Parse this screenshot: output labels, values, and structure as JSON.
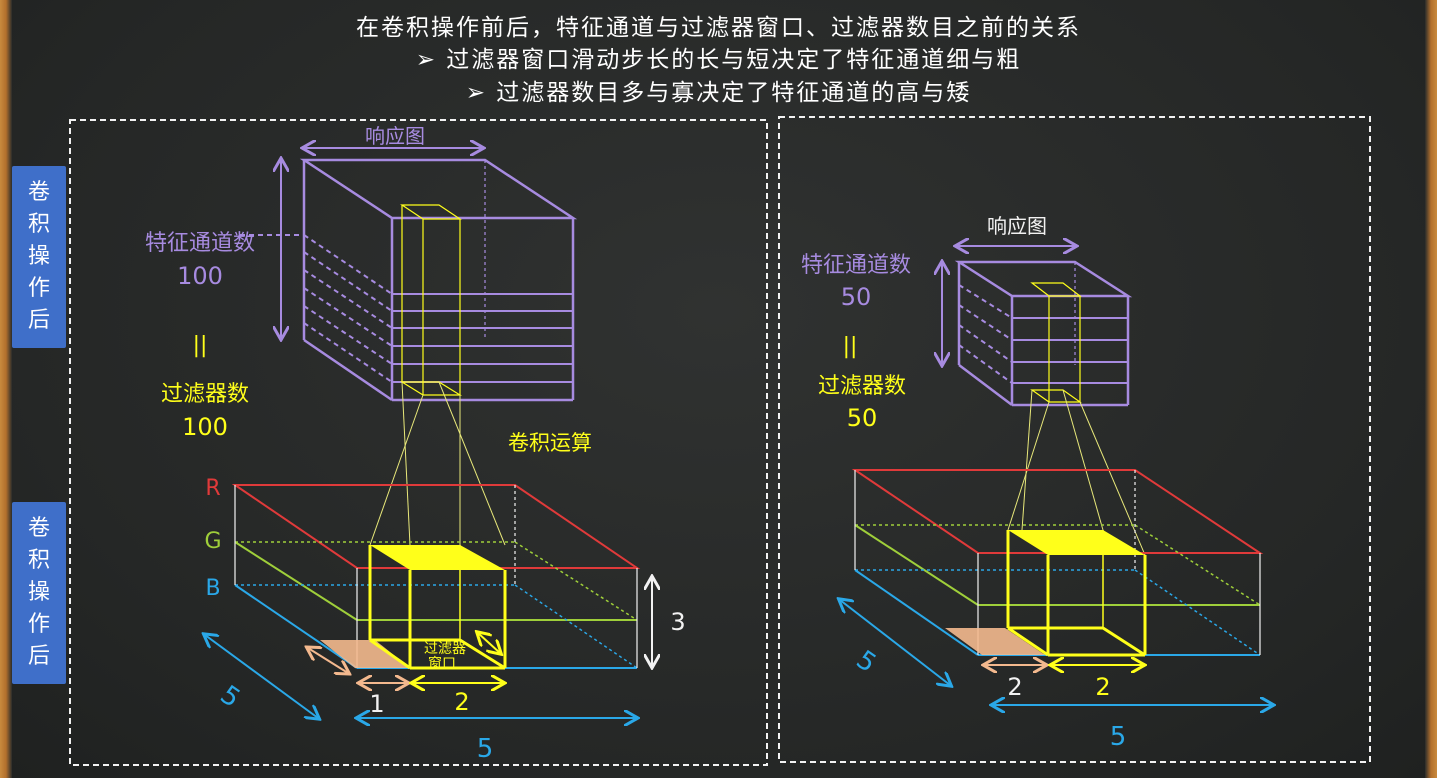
{
  "title": {
    "line1": "在卷积操作前后，特征通道与过滤器窗口、过滤器数目之前的关系",
    "line2": "➢ 过滤器窗口滑动步长的长与短决定了特征通道细与粗",
    "line3": "➢ 过滤器数目多与寡决定了特征通道的高与矮"
  },
  "side_tabs": {
    "top": [
      "卷",
      "积",
      "操",
      "作",
      "后"
    ],
    "bottom": [
      "卷",
      "积",
      "操",
      "作",
      "后"
    ]
  },
  "left_panel": {
    "response_map_label": "响应图",
    "channels_label": "特征通道数",
    "channels_value": "100",
    "equals_sign": "||",
    "filters_label": "过滤器数",
    "filters_value": "100",
    "operation_label": "卷积运算",
    "channel_r": "R",
    "channel_g": "G",
    "channel_b": "B",
    "depth_value": "3",
    "filter_window_label_1": "过滤器",
    "filter_window_label_2": "窗口",
    "stride_value": "1",
    "window_value": "2",
    "width_value": "5",
    "side_value": "5"
  },
  "right_panel": {
    "response_map_label": "响应图",
    "channels_label": "特征通道数",
    "channels_value": "50",
    "equals_sign": "||",
    "filters_label": "过滤器数",
    "filters_value": "50",
    "stride_value": "2",
    "window_value": "2",
    "width_value": "5",
    "side_value": "5"
  },
  "colors": {
    "purple": "#a78be0",
    "yellow": "#ffff1a",
    "red": "#e03a3a",
    "green": "#9fcf3a",
    "blue": "#2aa8e8",
    "peach": "#f4b98e",
    "white": "#f2f2f2"
  }
}
